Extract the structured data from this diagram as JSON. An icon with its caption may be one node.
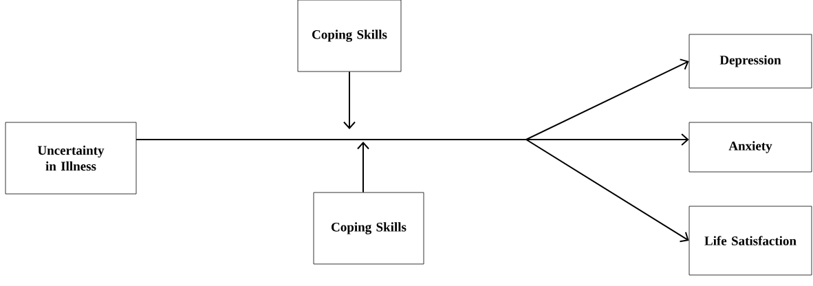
{
  "diagram": {
    "nodes": [
      {
        "text": [
          "Uncertainty in Illness"
        ]
      },
      {
        "text": [
          "Coping Skills"
        ]
      },
      {
        "text": [
          "Coping Skills"
        ]
      },
      {
        "text": [
          "Depression"
        ]
      },
      {
        "text": [
          "Anxiety"
        ]
      },
      {
        "text": [
          "Life Satisfaction"
        ]
      }
    ],
    "edges": [
      {
        "from": 0,
        "to": 3,
        "arrow": "to"
      },
      {
        "from": 0,
        "to": 4,
        "arrow": "to"
      },
      {
        "from": 0,
        "to": 5,
        "arrow": "to"
      },
      {
        "from": 1,
        "to": null,
        "arrow": "to"
      },
      {
        "from": 2,
        "to": null,
        "arrow": "to"
      }
    ]
  }
}
